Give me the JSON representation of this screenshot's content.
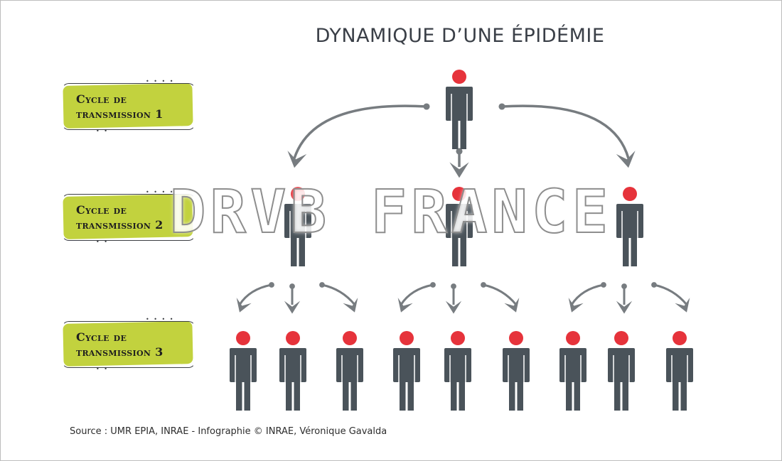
{
  "title": "DYNAMIQUE D’UNE ÉPIDÉMIE",
  "cycles": [
    {
      "line1": "Cycle de",
      "line2": "transmission 1"
    },
    {
      "line1": "Cycle de",
      "line2": "transmission 2"
    },
    {
      "line1": "Cycle de",
      "line2": "transmission 3"
    }
  ],
  "source": "Source : UMR EPIA, INRAE - Infographie © INRAE, Véronique Gavalda",
  "watermark": "DRVB FRANCE",
  "colors": {
    "head": "#e6333b",
    "body": "#4a535a",
    "arrow": "#777c80",
    "label_bg": "#c2d23e",
    "title": "#3a3f47"
  }
}
